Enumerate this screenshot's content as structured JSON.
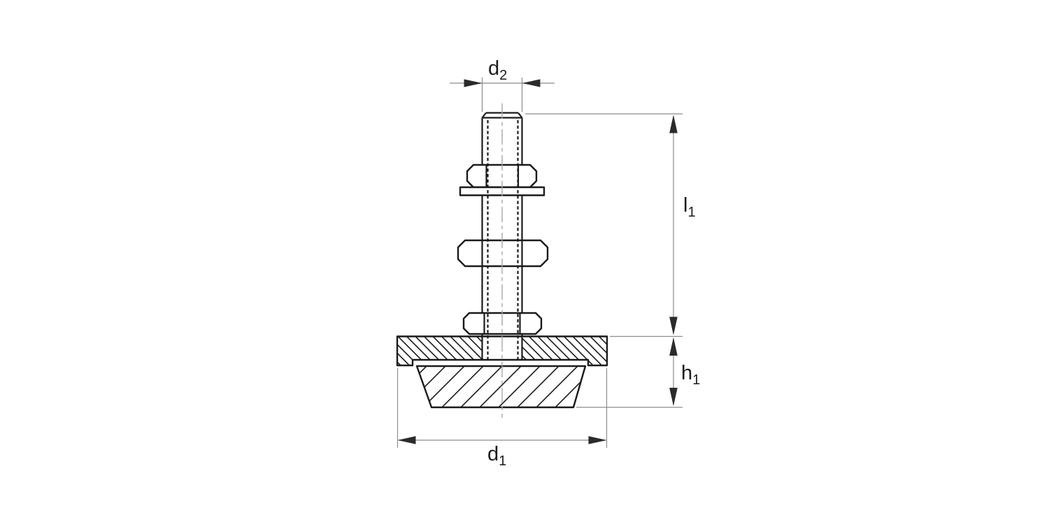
{
  "drawing": {
    "kind": "technical-drawing",
    "labels": {
      "d2": {
        "base": "d",
        "sub": "2"
      },
      "l1": {
        "base": "l",
        "sub": "1"
      },
      "h1": {
        "base": "h",
        "sub": "1"
      },
      "d1": {
        "base": "d",
        "sub": "1"
      }
    },
    "colors": {
      "background": "#ffffff",
      "outline": "#1a1a1a",
      "dimension": "#8c8c8c",
      "centerline": "#a8a8a8",
      "arrow": "#2b2b2b",
      "text": "#1c1c1c"
    }
  }
}
